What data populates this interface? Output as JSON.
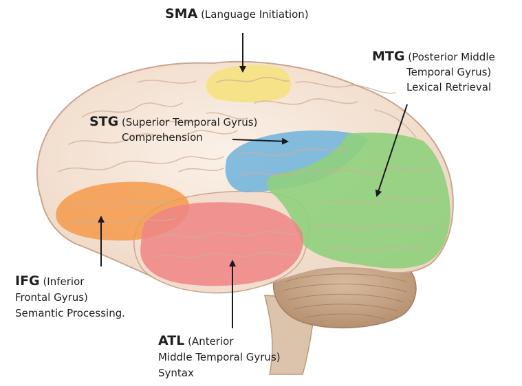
{
  "regions": {
    "sma": {
      "abbr": "SMA",
      "line1": "(Language Initiation)",
      "color": "#f6e27a"
    },
    "mtg": {
      "abbr": "MTG",
      "line1": "(Posterior Middle",
      "line2": "Temporal Gyrus)",
      "line3": "Lexical Retrieval",
      "color": "#8fd07c"
    },
    "stg": {
      "abbr": "STG",
      "line1": "(Superior Temporal Gyrus)",
      "line2": "Comprehension",
      "color": "#6fb3dc"
    },
    "ifg": {
      "abbr": "IFG",
      "line1": "(Inferior",
      "line2": "Frontal Gyrus)",
      "line3": "Semantic Processing.",
      "color": "#f49a4a"
    },
    "atl": {
      "abbr": "ATL",
      "line1": "(Anterior",
      "line2": "Middle Temporal Gyrus)",
      "line3": "Syntax",
      "color": "#ef8585"
    }
  },
  "colors": {
    "cortex": "#f6e6d8",
    "gyrus_line": "#d8b9a6",
    "cerebellum": "#c9a98a",
    "brainstem": "#d8c0a8",
    "arrow": "#1a1a1a"
  }
}
